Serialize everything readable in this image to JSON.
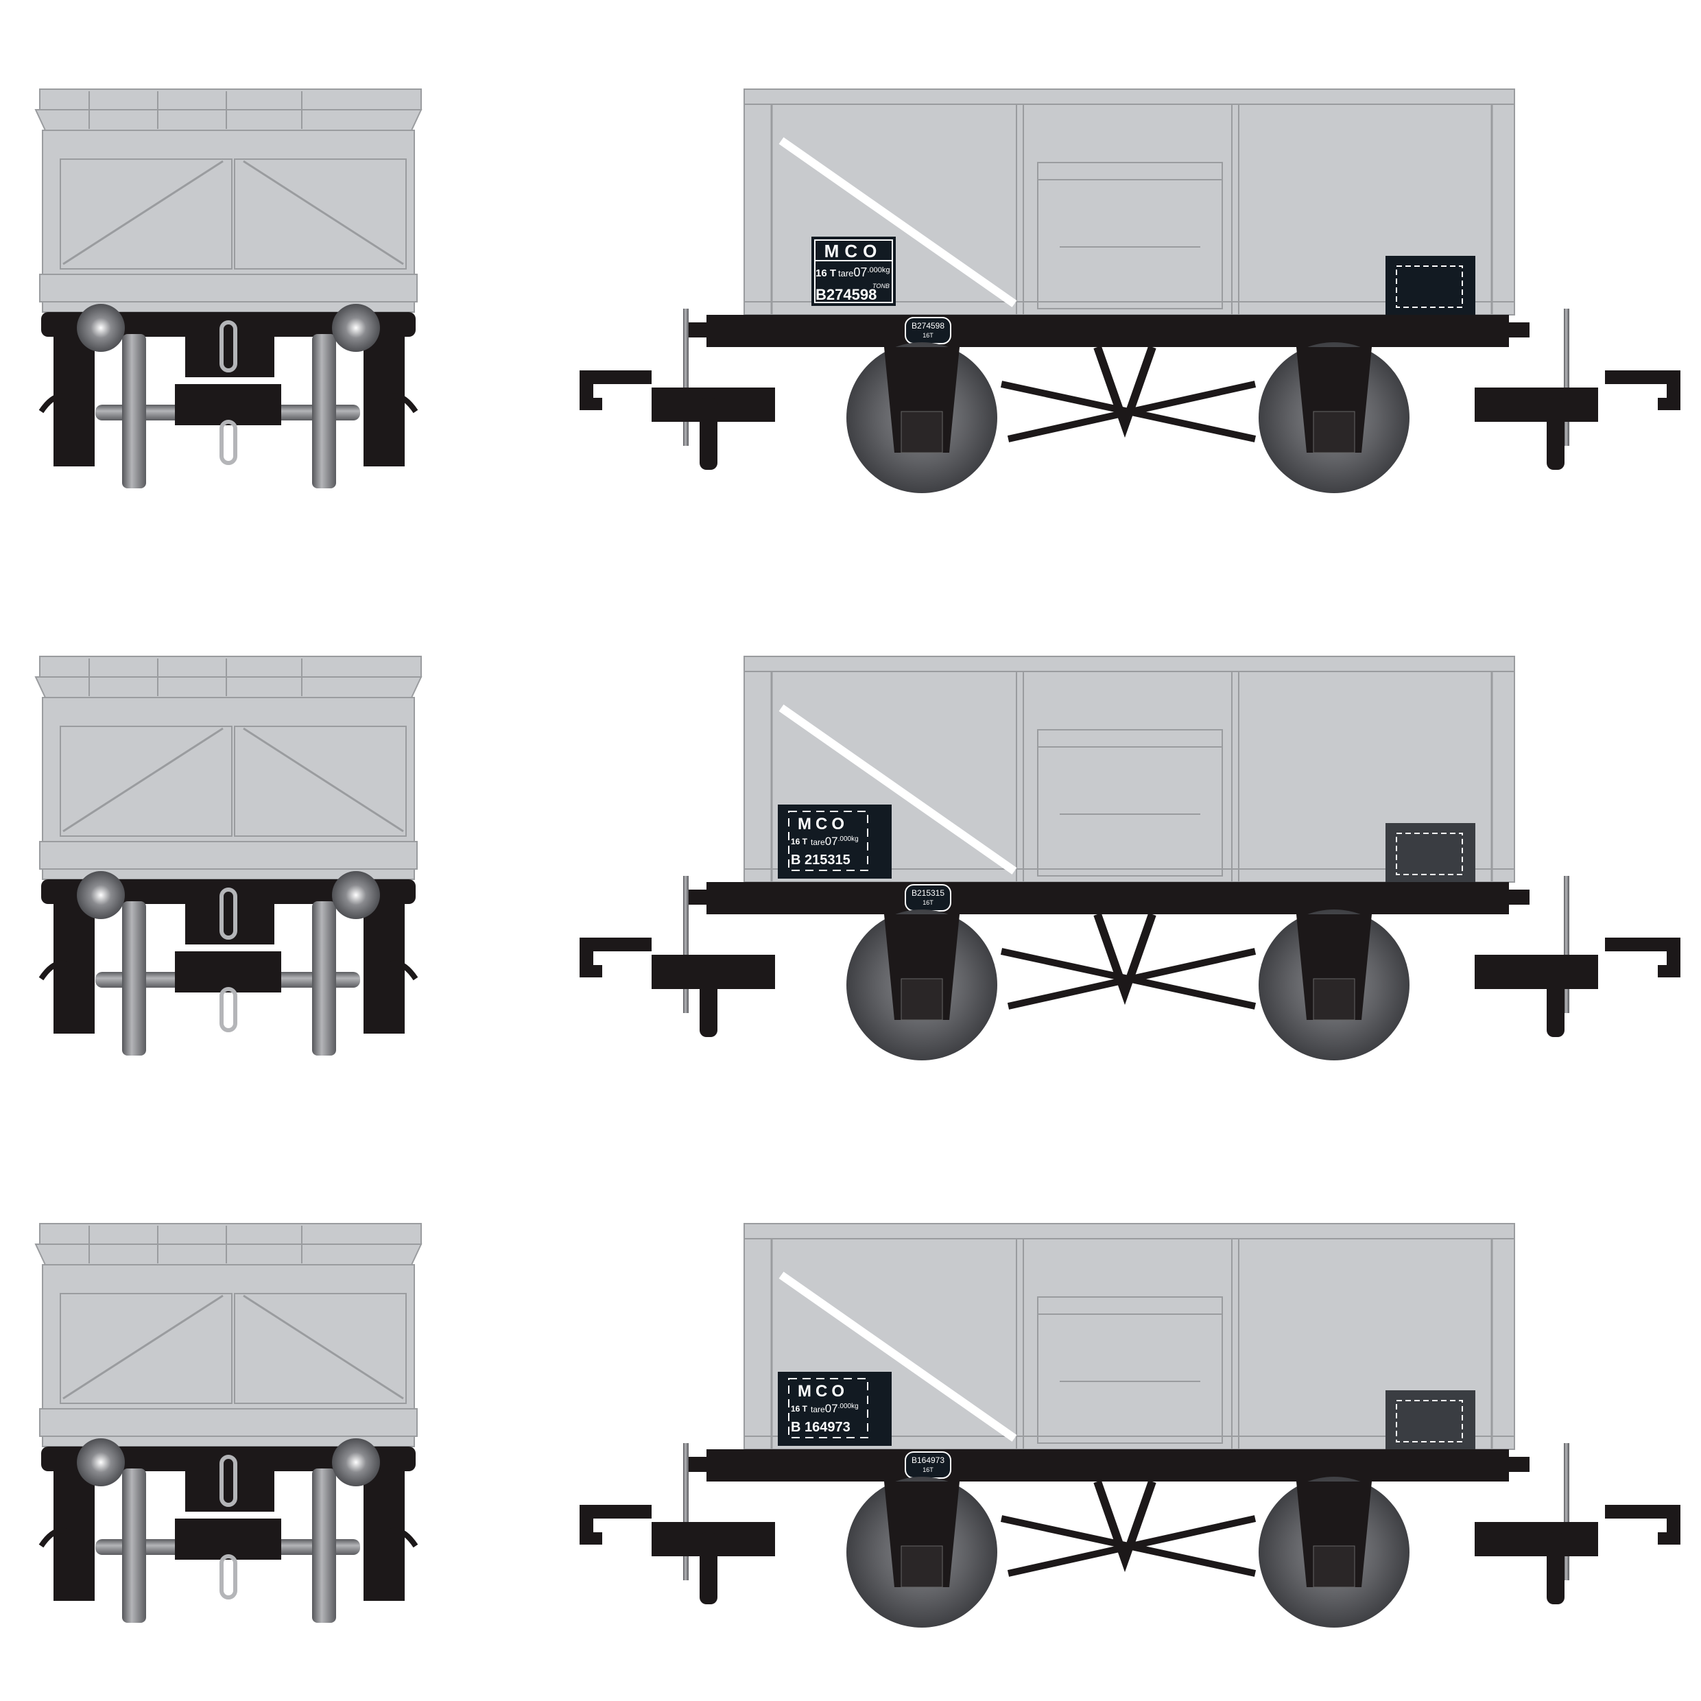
{
  "colors": {
    "body": "#c8cacd",
    "body_line": "#9a9c9f",
    "underframe": "#1c1819",
    "panel": "#121a22",
    "stripe": "#ffffff",
    "metal": "#6e6f72"
  },
  "wagons": [
    {
      "class_code": "MCO",
      "capacity": "16 T",
      "tare_label": "tare",
      "tare_value": "07",
      "tare_unit": ".000kg",
      "number": "B274598",
      "handwritten": "TONB",
      "plate_number": "B274598",
      "plate_capacity": "16T",
      "panel_style": "outline"
    },
    {
      "class_code": "MCO",
      "capacity": "16 T",
      "tare_label": "tare",
      "tare_value": "07",
      "tare_unit": ".000kg",
      "number": "B 215315",
      "plate_number": "B215315",
      "plate_capacity": "16T",
      "panel_style": "dashed"
    },
    {
      "class_code": "MCO",
      "capacity": "16 T",
      "tare_label": "tare",
      "tare_value": "07",
      "tare_unit": ".000kg",
      "number": "B 164973",
      "plate_number": "B164973",
      "plate_capacity": "16T",
      "panel_style": "dashed"
    }
  ]
}
